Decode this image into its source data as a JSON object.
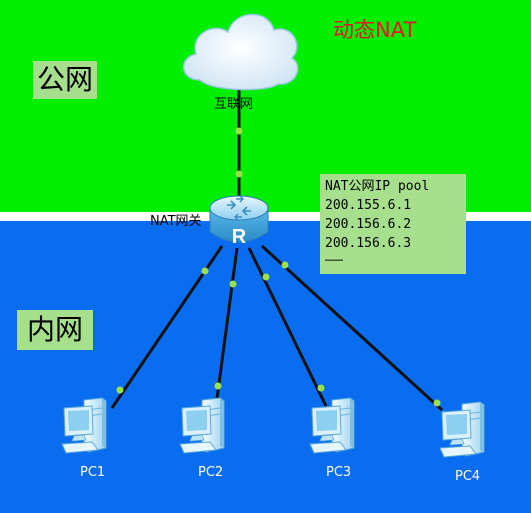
{
  "title": "动态NAT",
  "zones": {
    "public_label": "公网",
    "private_label": "内网"
  },
  "nodes": {
    "internet_label": "互联网",
    "gateway_label": "NAT网关",
    "router_glyph": "R",
    "pcs": [
      "PC1",
      "PC2",
      "PC3",
      "PC4"
    ]
  },
  "pool": {
    "heading": "NAT公网IP pool",
    "addresses": [
      "200.155.6.1",
      "200.156.6.2",
      "200.156.6.3"
    ],
    "more": "………"
  },
  "icons": {
    "internet": "cloud-icon",
    "gateway": "router-icon",
    "pc": "pc-icon"
  },
  "colors": {
    "public_zone": "#00ee00",
    "private_zone": "#0a6df0",
    "title": "#e8142b",
    "label_bg": "#a6e08c",
    "link_dot": "#9be04a"
  }
}
